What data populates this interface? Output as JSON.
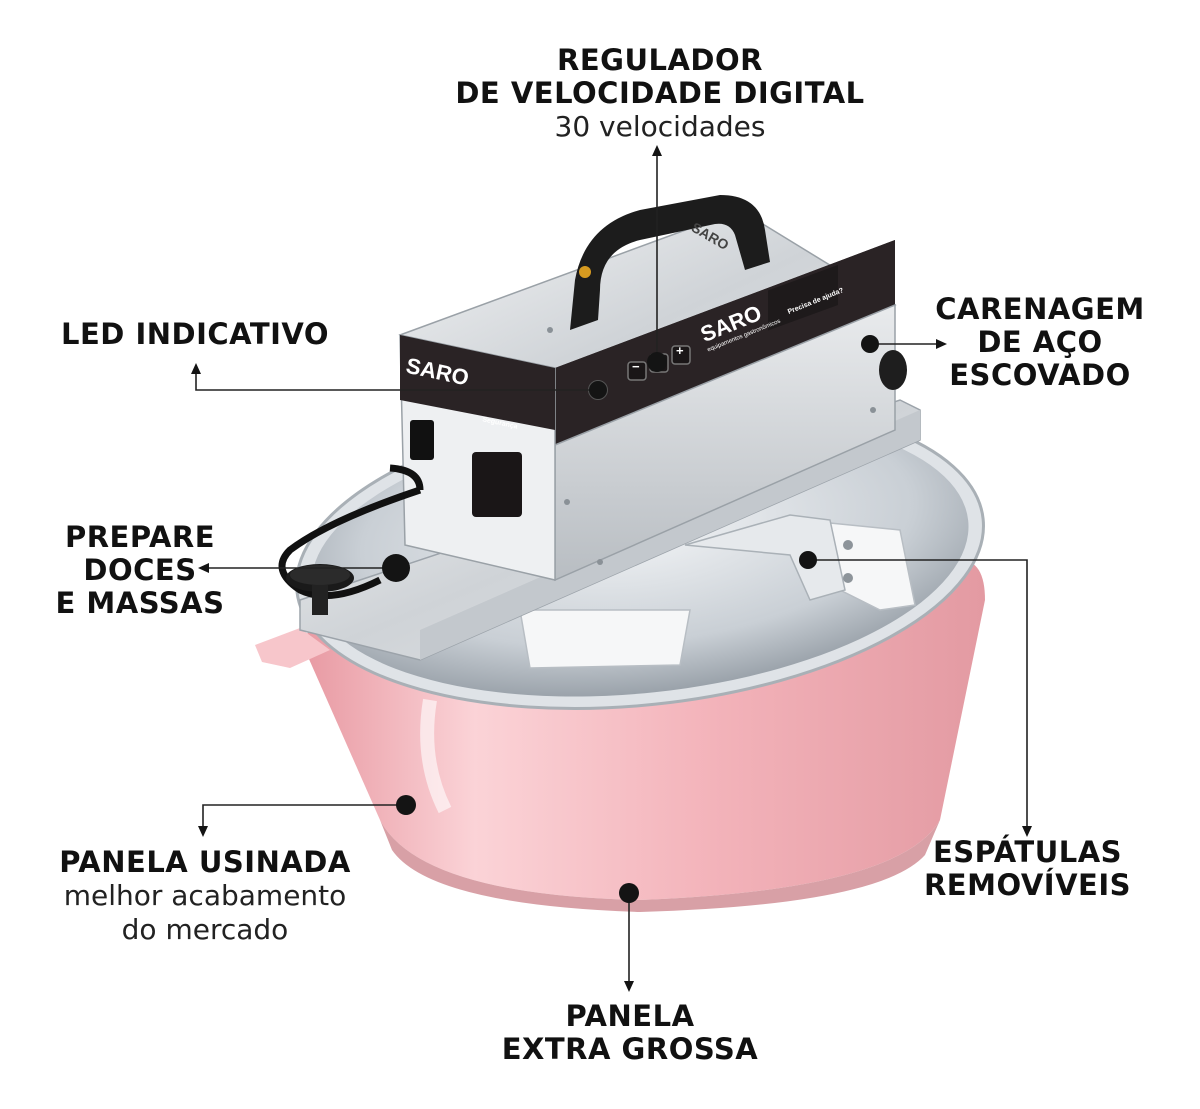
{
  "callouts": {
    "regulador": {
      "title1": "REGULADOR",
      "title2": "DE VELOCIDADE DIGITAL",
      "sub": "30 velocidades"
    },
    "led": {
      "title": "LED INDICATIVO"
    },
    "carenagem": {
      "title1": "CARENAGEM",
      "title2": "DE AÇO",
      "title3": "ESCOVADO"
    },
    "prepare": {
      "title1": "PREPARE",
      "title2": "DOCES",
      "title3": "E MASSAS"
    },
    "panela_usinada": {
      "title": "PANELA USINADA",
      "sub1": "melhor acabamento",
      "sub2": "do mercado"
    },
    "espatulas": {
      "title1": "ESPÁTULAS",
      "title2": "REMOVÍVEIS"
    },
    "panela_grossa": {
      "title1": "PANELA",
      "title2": "EXTRA GROSSA"
    }
  },
  "product": {
    "brand": "SARO",
    "brand_sub": "equipamentos gastronômicos",
    "handle_text": "SARO",
    "help_title": "Precisa de ajuda?",
    "safety_label": "Segurança",
    "minus": "−",
    "plus": "+"
  },
  "colors": {
    "pan_pink": "#f3b9bf",
    "steel": "#d9dcdf",
    "panel_dark": "#2a2325",
    "brand_red": "#c0262d"
  }
}
